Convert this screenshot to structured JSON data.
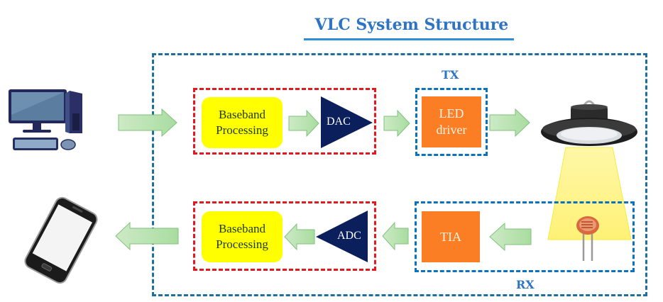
{
  "title": "VLC System Structure",
  "tx_label": "TX",
  "rx_label": "RX",
  "tx_chain": {
    "baseband": "Baseband Processing",
    "baseband_line1": "Baseband",
    "baseband_line2": "Processing",
    "converter": "DAC",
    "driver_line1": "LED",
    "driver_line2": "driver"
  },
  "rx_chain": {
    "baseband_line1": "Baseband",
    "baseband_line2": "Processing",
    "converter": "ADC",
    "amplifier": "TIA"
  },
  "devices": {
    "source": "desktop-computer",
    "sink": "smartphone",
    "transmitter": "led-high-bay-lamp",
    "receiver": "photodetector"
  },
  "colors": {
    "title": "#2e74c5",
    "outer_border": "#1f6f9e",
    "red_border": "#e3191f",
    "blue_border": "#0b72c0",
    "baseband_fill": "#ffff00",
    "converter_fill": "#0b1f5c",
    "driver_fill": "#fb7d24",
    "arrow_fill": "#bfe5b5",
    "light_beam": "#fff58a"
  }
}
